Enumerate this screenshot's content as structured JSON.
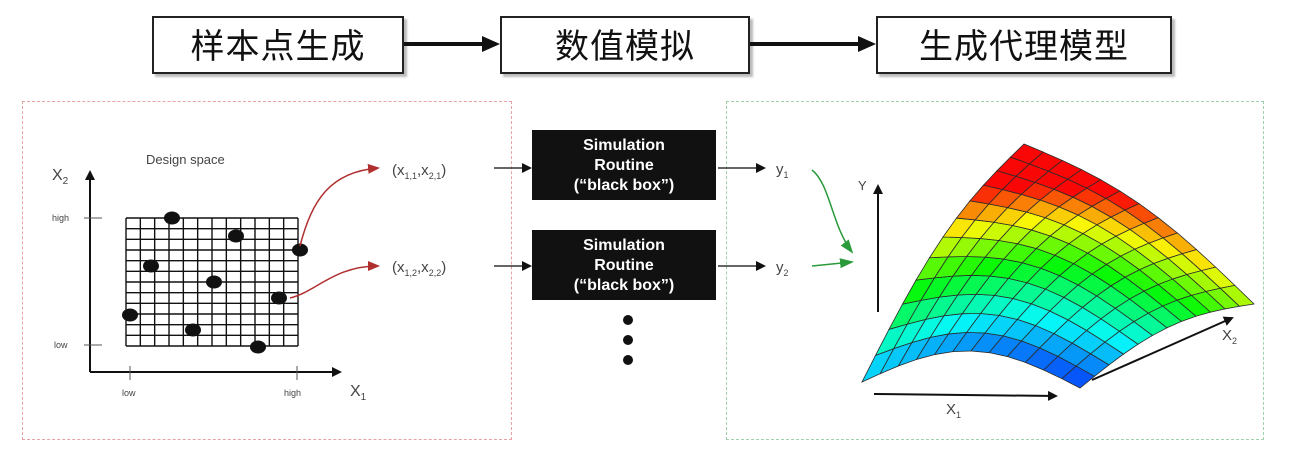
{
  "steps": [
    {
      "label": "样本点生成"
    },
    {
      "label": "数值模拟"
    },
    {
      "label": "生成代理模型"
    }
  ],
  "design_space": {
    "title": "Design space",
    "x_axis_label": "X",
    "x_axis_sub": "1",
    "y_axis_label": "X",
    "y_axis_sub": "2",
    "x_tick_low": "low",
    "x_tick_high": "high",
    "y_tick_low": "low",
    "y_tick_high": "high"
  },
  "samples": [
    {
      "label_a": "(x",
      "label_sub_a": "1,1",
      "label_b": ",x",
      "label_sub_b": "2,1",
      "label_c": ")"
    },
    {
      "label_a": "(x",
      "label_sub_a": "1,2",
      "label_b": ",x",
      "label_sub_b": "2,2",
      "label_c": ")"
    }
  ],
  "black_box": {
    "line1": "Simulation",
    "line2": "Routine",
    "line3": "(“black box”)"
  },
  "outputs": [
    {
      "label": "y",
      "sub": "1"
    },
    {
      "label": "y",
      "sub": "2"
    }
  ],
  "surface": {
    "y_label": "Y",
    "x1_label": "X",
    "x1_sub": "1",
    "x2_label": "X",
    "x2_sub": "2"
  }
}
